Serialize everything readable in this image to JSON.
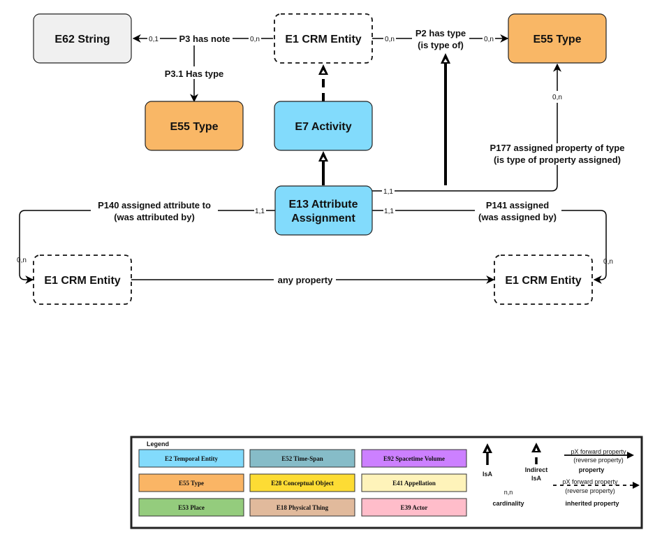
{
  "nodes": {
    "e62_string": {
      "label": "E62 String",
      "color": "#f0f0f0",
      "style": "solid"
    },
    "e1_top": {
      "label": "E1 CRM Entity",
      "color": "#ffffff",
      "style": "dashed"
    },
    "e55_top": {
      "label": "E55 Type",
      "color": "#f9b766",
      "style": "solid"
    },
    "e55_mid": {
      "label": "E55 Type",
      "color": "#f9b766",
      "style": "solid"
    },
    "e7_activity": {
      "label": "E7 Activity",
      "color": "#82dbfc",
      "style": "solid"
    },
    "e13_line1": {
      "label": "E13 Attribute",
      "color": "#82dbfc",
      "style": "solid"
    },
    "e13_line2": {
      "label": "Assignment"
    },
    "e1_left": {
      "label": "E1 CRM Entity",
      "color": "#ffffff",
      "style": "dashed"
    },
    "e1_right": {
      "label": "E1 CRM Entity",
      "color": "#ffffff",
      "style": "dashed"
    }
  },
  "edges": {
    "p3": {
      "label": "P3 has note",
      "card_source": "0,n",
      "card_target": "0,1"
    },
    "p3_1": {
      "label": "P3.1 Has type"
    },
    "p2": {
      "line1": "P2 has type",
      "line2": "(is type of)",
      "card_source": "0,n",
      "card_target": "0,n"
    },
    "p177": {
      "line1": "P177 assigned property of type",
      "line2": "(is type of property assigned)",
      "card_source": "1,1",
      "card_target": "0,n"
    },
    "p140": {
      "line1": "P140 assigned attribute to",
      "line2": "(was attributed by)",
      "card_source": "1,1",
      "card_target": "0,n"
    },
    "p141": {
      "line1": "P141 assigned",
      "line2": "(was assigned by)",
      "card_source": "1,1",
      "card_target": "0,n"
    },
    "any": {
      "label": "any property"
    }
  },
  "legend": {
    "title": "Legend",
    "cells": [
      {
        "label": "E2 Temporal Entity",
        "color": "#82dbfc"
      },
      {
        "label": "E52 Time-Span",
        "color": "#86bcc8"
      },
      {
        "label": "E92 Spacetime Volume",
        "color": "#cc80ff"
      },
      {
        "label": "E55 Type",
        "color": "#fab565"
      },
      {
        "label": "E28 Conceptual Object",
        "color": "#fddc34"
      },
      {
        "label": "E41 Appellation",
        "color": "#fef3ba"
      },
      {
        "label": "E53 Place",
        "color": "#94cc7d"
      },
      {
        "label": "E18 Physical Thing",
        "color": "#e1ba9c"
      },
      {
        "label": "E39 Actor",
        "color": "#ffbdca"
      }
    ],
    "isa": "IsA",
    "indirect_isa_1": "Indirect",
    "indirect_isa_2": "IsA",
    "cardinality_example": "n,n",
    "cardinality": "cardinality",
    "prop_forward": "pX forward property",
    "prop_reverse": "(reverse property)",
    "property": "property",
    "inh_forward": "pX forward property",
    "inh_reverse": "(reverse property)",
    "inherited_property": "inherited property"
  }
}
